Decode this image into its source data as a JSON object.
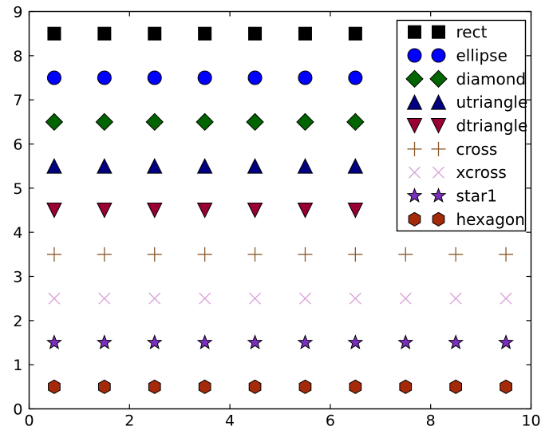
{
  "chart_data": {
    "type": "scatter",
    "title": "",
    "xlabel": "",
    "ylabel": "",
    "xlim": [
      0,
      10
    ],
    "ylim": [
      0,
      9
    ],
    "xticks": [
      0,
      2,
      4,
      6,
      8,
      10
    ],
    "yticks": [
      0,
      1,
      2,
      3,
      4,
      5,
      6,
      7,
      8,
      9
    ],
    "xtick_labels": [
      "0",
      "2",
      "4",
      "6",
      "8",
      "10"
    ],
    "ytick_labels": [
      "0",
      "1",
      "2",
      "3",
      "4",
      "5",
      "6",
      "7",
      "8",
      "9"
    ],
    "grid": false,
    "legend_position": "upper right",
    "legend_entries": [
      "rect",
      "ellipse",
      "diamond",
      "utriangle",
      "dtriangle",
      "cross",
      "xcross",
      "star1",
      "hexagon"
    ],
    "series": [
      {
        "name": "rect",
        "marker": "square",
        "color": "#000000",
        "edge_color": "#000000",
        "y": 8.5,
        "x": [
          0.5,
          1.5,
          2.5,
          3.5,
          4.5,
          5.5,
          6.5
        ],
        "values": [
          8.5,
          8.5,
          8.5,
          8.5,
          8.5,
          8.5,
          8.5
        ]
      },
      {
        "name": "ellipse",
        "marker": "circle",
        "color": "#0000ff",
        "edge_color": "#000000",
        "y": 7.5,
        "x": [
          0.5,
          1.5,
          2.5,
          3.5,
          4.5,
          5.5,
          6.5
        ],
        "values": [
          7.5,
          7.5,
          7.5,
          7.5,
          7.5,
          7.5,
          7.5
        ]
      },
      {
        "name": "diamond",
        "marker": "diamond",
        "color": "#006400",
        "edge_color": "#000000",
        "y": 6.5,
        "x": [
          0.5,
          1.5,
          2.5,
          3.5,
          4.5,
          5.5,
          6.5
        ],
        "values": [
          6.5,
          6.5,
          6.5,
          6.5,
          6.5,
          6.5,
          6.5
        ]
      },
      {
        "name": "utriangle",
        "marker": "triangle-up",
        "color": "#000080",
        "edge_color": "#000000",
        "y": 5.5,
        "x": [
          0.5,
          1.5,
          2.5,
          3.5,
          4.5,
          5.5,
          6.5
        ],
        "values": [
          5.5,
          5.5,
          5.5,
          5.5,
          5.5,
          5.5,
          5.5
        ]
      },
      {
        "name": "dtriangle",
        "marker": "triangle-down",
        "color": "#990033",
        "edge_color": "#000000",
        "y": 4.5,
        "x": [
          0.5,
          1.5,
          2.5,
          3.5,
          4.5,
          5.5,
          6.5
        ],
        "values": [
          4.5,
          4.5,
          4.5,
          4.5,
          4.5,
          4.5,
          4.5
        ]
      },
      {
        "name": "cross",
        "marker": "plus",
        "color": "#8b5a2b",
        "edge_color": "#8b5a2b",
        "y": 3.5,
        "x": [
          0.5,
          1.5,
          2.5,
          3.5,
          4.5,
          5.5,
          6.5,
          7.5,
          8.5,
          9.5
        ],
        "values": [
          3.5,
          3.5,
          3.5,
          3.5,
          3.5,
          3.5,
          3.5,
          3.5,
          3.5,
          3.5
        ]
      },
      {
        "name": "xcross",
        "marker": "x",
        "color": "#d8a0d8",
        "edge_color": "#d8a0d8",
        "y": 2.5,
        "x": [
          0.5,
          1.5,
          2.5,
          3.5,
          4.5,
          5.5,
          6.5,
          7.5,
          8.5,
          9.5
        ],
        "values": [
          2.5,
          2.5,
          2.5,
          2.5,
          2.5,
          2.5,
          2.5,
          2.5,
          2.5,
          2.5
        ]
      },
      {
        "name": "star1",
        "marker": "star",
        "color": "#7b2fbe",
        "edge_color": "#000000",
        "y": 1.5,
        "x": [
          0.5,
          1.5,
          2.5,
          3.5,
          4.5,
          5.5,
          6.5,
          7.5,
          8.5,
          9.5
        ],
        "values": [
          1.5,
          1.5,
          1.5,
          1.5,
          1.5,
          1.5,
          1.5,
          1.5,
          1.5,
          1.5
        ]
      },
      {
        "name": "hexagon",
        "marker": "hexagon",
        "color": "#a52a0a",
        "edge_color": "#000000",
        "y": 0.5,
        "x": [
          0.5,
          1.5,
          2.5,
          3.5,
          4.5,
          5.5,
          6.5,
          7.5,
          8.5,
          9.5
        ],
        "values": [
          0.5,
          0.5,
          0.5,
          0.5,
          0.5,
          0.5,
          0.5,
          0.5,
          0.5,
          0.5
        ]
      }
    ]
  },
  "figure": {
    "background": "#ffffff",
    "axes_background": "#ffffff",
    "frame_color": "#000000"
  }
}
